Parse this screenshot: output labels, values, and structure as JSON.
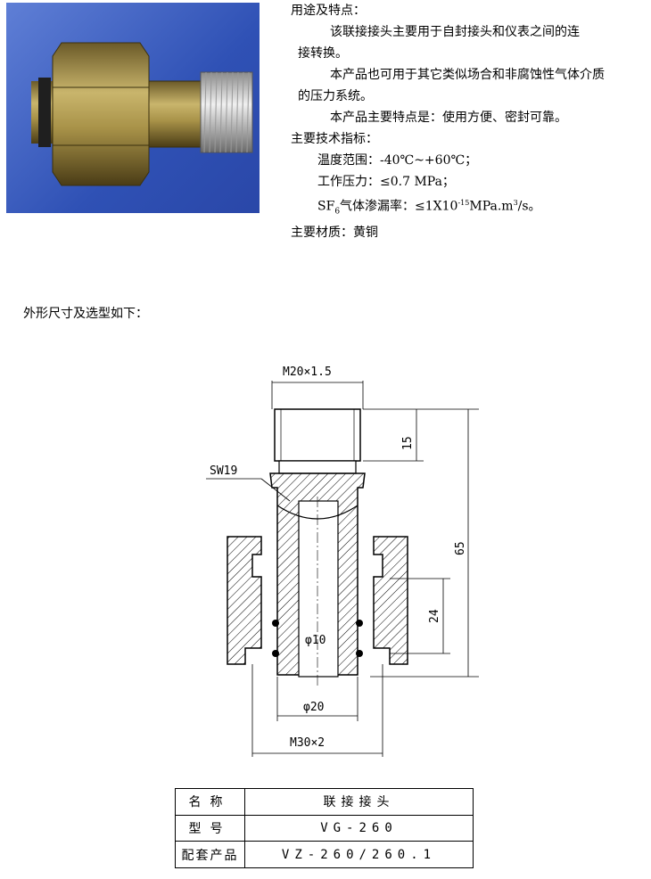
{
  "spec": {
    "usage_heading": "用途及特点：",
    "usage_para1_line1": "该联接接头主要用于自封接头和仪表之间的连",
    "usage_para1_line2": "接转换。",
    "usage_para2_line1": "本产品也可用于其它类似场合和非腐蚀性气体介质",
    "usage_para2_line2": "的压力系统。",
    "usage_para3": "本产品主要特点是：使用方便、密封可靠。",
    "tech_heading": "主要技术指标：",
    "temp": "温度范围：-40℃~+60℃；",
    "pressure": "工作压力：≤0.7 MPa；",
    "leak_prefix": "SF",
    "leak_sub": "6",
    "leak_text": "气体渗漏率：≤1X10",
    "leak_sup": "-15",
    "leak_unit": "MPa.m",
    "leak_unit_sup": "3",
    "leak_end": "/s。",
    "material": "主要材质：黄铜"
  },
  "caption": "外形尺寸及选型如下：",
  "drawing": {
    "dim_top": "M20×1.5",
    "dim_sw": "SW19",
    "dim_15": "15",
    "dim_65": "65",
    "dim_24": "24",
    "dim_phi10": "φ10",
    "dim_phi20": "φ20",
    "dim_m30": "M30×2"
  },
  "table": {
    "rows": [
      {
        "label": "名称",
        "value": "联接接头"
      },
      {
        "label": "型号",
        "value": "VG-260"
      },
      {
        "label": "配套产品",
        "value": "VZ-260/260.1"
      }
    ]
  }
}
